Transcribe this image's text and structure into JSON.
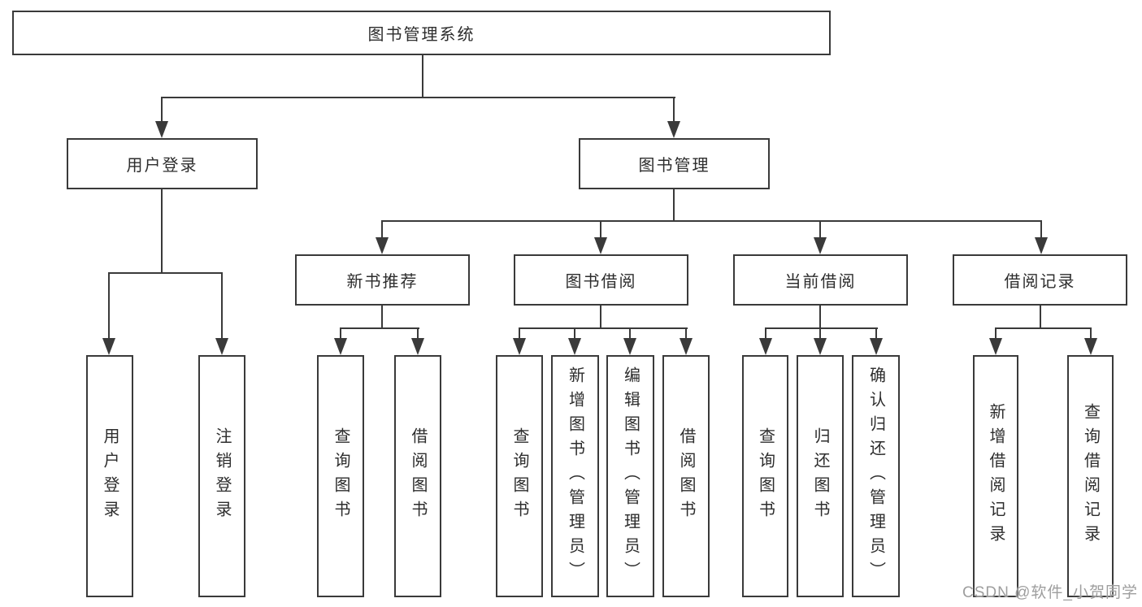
{
  "colors": {
    "line": "#3a3a3a",
    "box_border": "#3a3a3a",
    "text": "#2d2d2d",
    "watermark": "#9e9e9e",
    "background": "#ffffff"
  },
  "diagram": {
    "root": {
      "label": "图书管理系统"
    },
    "level1": {
      "user_login": {
        "label": "用户登录"
      },
      "book_mgmt": {
        "label": "图书管理"
      }
    },
    "level2": {
      "new_book_rec": {
        "label": "新书推荐"
      },
      "book_borrow": {
        "label": "图书借阅"
      },
      "current_borrow": {
        "label": "当前借阅"
      },
      "borrow_record": {
        "label": "借阅记录"
      }
    },
    "leaves": {
      "user_login": [
        {
          "label": "用户登录"
        },
        {
          "label": "注销登录"
        }
      ],
      "new_book_rec": [
        {
          "label": "查询图书"
        },
        {
          "label": "借阅图书"
        }
      ],
      "book_borrow": [
        {
          "label": "查询图书"
        },
        {
          "label": "新增图书（管理员）"
        },
        {
          "label": "编辑图书（管理员）"
        },
        {
          "label": "借阅图书"
        }
      ],
      "current_borrow": [
        {
          "label": "查询图书"
        },
        {
          "label": "归还图书"
        },
        {
          "label": "确认归还（管理员）"
        }
      ],
      "borrow_record": [
        {
          "label": "新增借阅记录"
        },
        {
          "label": "查询借阅记录"
        }
      ]
    }
  },
  "watermark": {
    "label": "CSDN @软件_小贺同学"
  }
}
